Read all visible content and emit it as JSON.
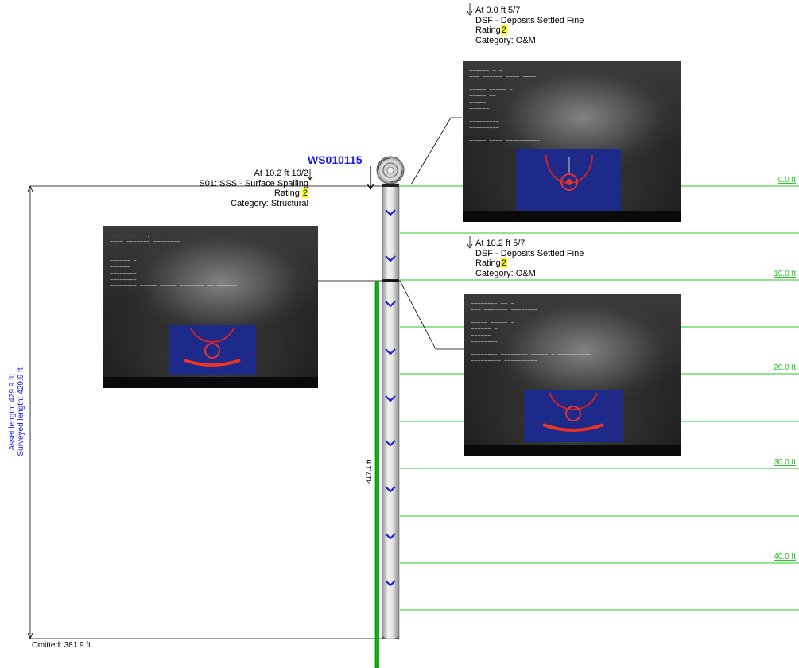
{
  "asset": {
    "id": "WS010115",
    "asset_length_label": "Asset length: 429.9 ft;",
    "surveyed_length_label": "Surveyed length: 429.9 ft",
    "omitted_label": "Omitted: 381.9 ft",
    "segment_length_label": "417.1 ft"
  },
  "ruler": {
    "labels": [
      "0.0 ft",
      "10.0 ft",
      "20.0 ft",
      "30.0 ft",
      "40.0 ft"
    ],
    "color": "#22cc22"
  },
  "observations": [
    {
      "position": "At 0.0 ft 5/7",
      "code": "DSF - Deposits Settled Fine",
      "rating_label": "Rating",
      "rating": "2",
      "category": "Category: O&M"
    },
    {
      "position": "At 10.2 ft 10/2",
      "code": "S01: SSS - Surface Spalling",
      "rating_label": "Rating:",
      "rating": "2",
      "category": "Category: Structural"
    },
    {
      "position": "At 10.2 ft 5/7",
      "code": "DSF - Deposits Settled Fine",
      "rating_label": "Rating",
      "rating": "2",
      "category": "Category: O&M"
    }
  ],
  "colors": {
    "asset_label": "#1a1aee",
    "pipe_chevrons": "#2222cc",
    "highlight": "#ffff00",
    "segment_bar": "#00bb00"
  }
}
